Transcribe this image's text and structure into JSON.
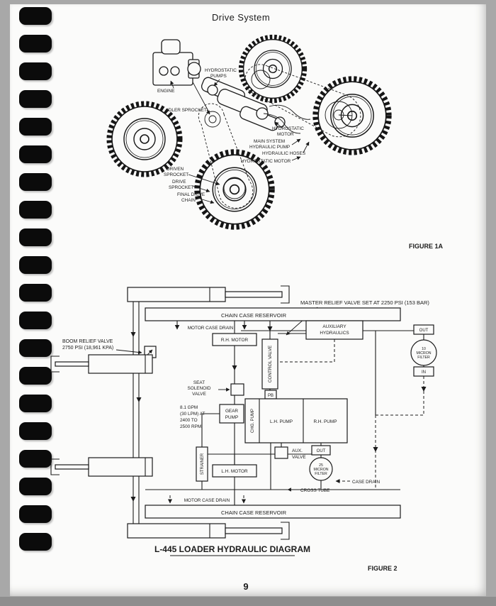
{
  "page": {
    "title": "Drive System",
    "figure1_caption": "FIGURE 1A",
    "figure2_caption": "FIGURE 2",
    "diagram_title": "L-445 LOADER HYDRAULIC DIAGRAM",
    "page_number": "9"
  },
  "fig1": {
    "hydrostatic_pumps": {
      "l1": "HYDROSTATIC",
      "l2": "PUMPS"
    },
    "engine": "ENGINE",
    "idler_sprocket": "IDLER SPROCKET",
    "hydrostatic_motor_right": {
      "l1": "HYDROSTATIC",
      "l2": "MOTOR"
    },
    "main_system_pump": {
      "l1": "MAIN SYSTEM",
      "l2": "HYDRAULIC PUMP"
    },
    "hydraulic_hoses": "HYDRAULIC HOSES",
    "hydrostatic_motor_left": "HYDROSTATIC MOTOR",
    "driven_sprocket": {
      "l1": "DRIVEN",
      "l2": "SPROCKET"
    },
    "drive_sprocket": {
      "l1": "DRIVE",
      "l2": "SPROCKET"
    },
    "final_drive_chain": {
      "l1": "FINAL DRIVE",
      "l2": "CHAIN"
    }
  },
  "fig2": {
    "master_relief": "MASTER RELIEF VALVE SET AT 2250 PSI (153 BAR)",
    "chain_case_reservoir_top": "CHAIN CASE RESERVOIR",
    "motor_case_drain_top": "MOTOR CASE DRAIN",
    "rh_motor": "R.H. MOTOR",
    "aux_hydraulics": {
      "l1": "AUXILIARY",
      "l2": "HYDRAULICS"
    },
    "out_top": "OUT",
    "filter10": {
      "l1": "10",
      "l2": "MICRON",
      "l3": "FILTER"
    },
    "in_label": "IN",
    "boom_relief": {
      "l1": "BOOM RELIEF VALVE",
      "l2": "2750 PSI (18,961 KPA)"
    },
    "control_valve": "CONTROL VALVE",
    "pb": "PB",
    "seat_solenoid": {
      "l1": "SEAT",
      "l2": "SOLENOID",
      "l3": "VALVE"
    },
    "pump_spec": {
      "l1": "8.1 GPM",
      "l2": "(30 LPM) AT",
      "l3": "2400 TO",
      "l4": "2500 RPM"
    },
    "gear_pump": {
      "l1": "GEAR",
      "l2": "PUMP"
    },
    "chg_pump": "CHG. PUMP",
    "lh_pump": "L.H. PUMP",
    "rh_pump": "R.H. PUMP",
    "aux_valve": {
      "l1": "AUX.",
      "l2": "VALVE"
    },
    "out_mid": "OUT",
    "filter25": {
      "l1": "25",
      "l2": "MICRON",
      "l3": "FILTER"
    },
    "strainer": "STRAINER",
    "lh_motor": "L.H. MOTOR",
    "cross_tube": "CROSS TUBE",
    "case_drain": "CASE DRAIN",
    "motor_case_drain_bottom": "MOTOR CASE DRAIN",
    "chain_case_reservoir_bottom": "CHAIN CASE RESERVOIR"
  }
}
